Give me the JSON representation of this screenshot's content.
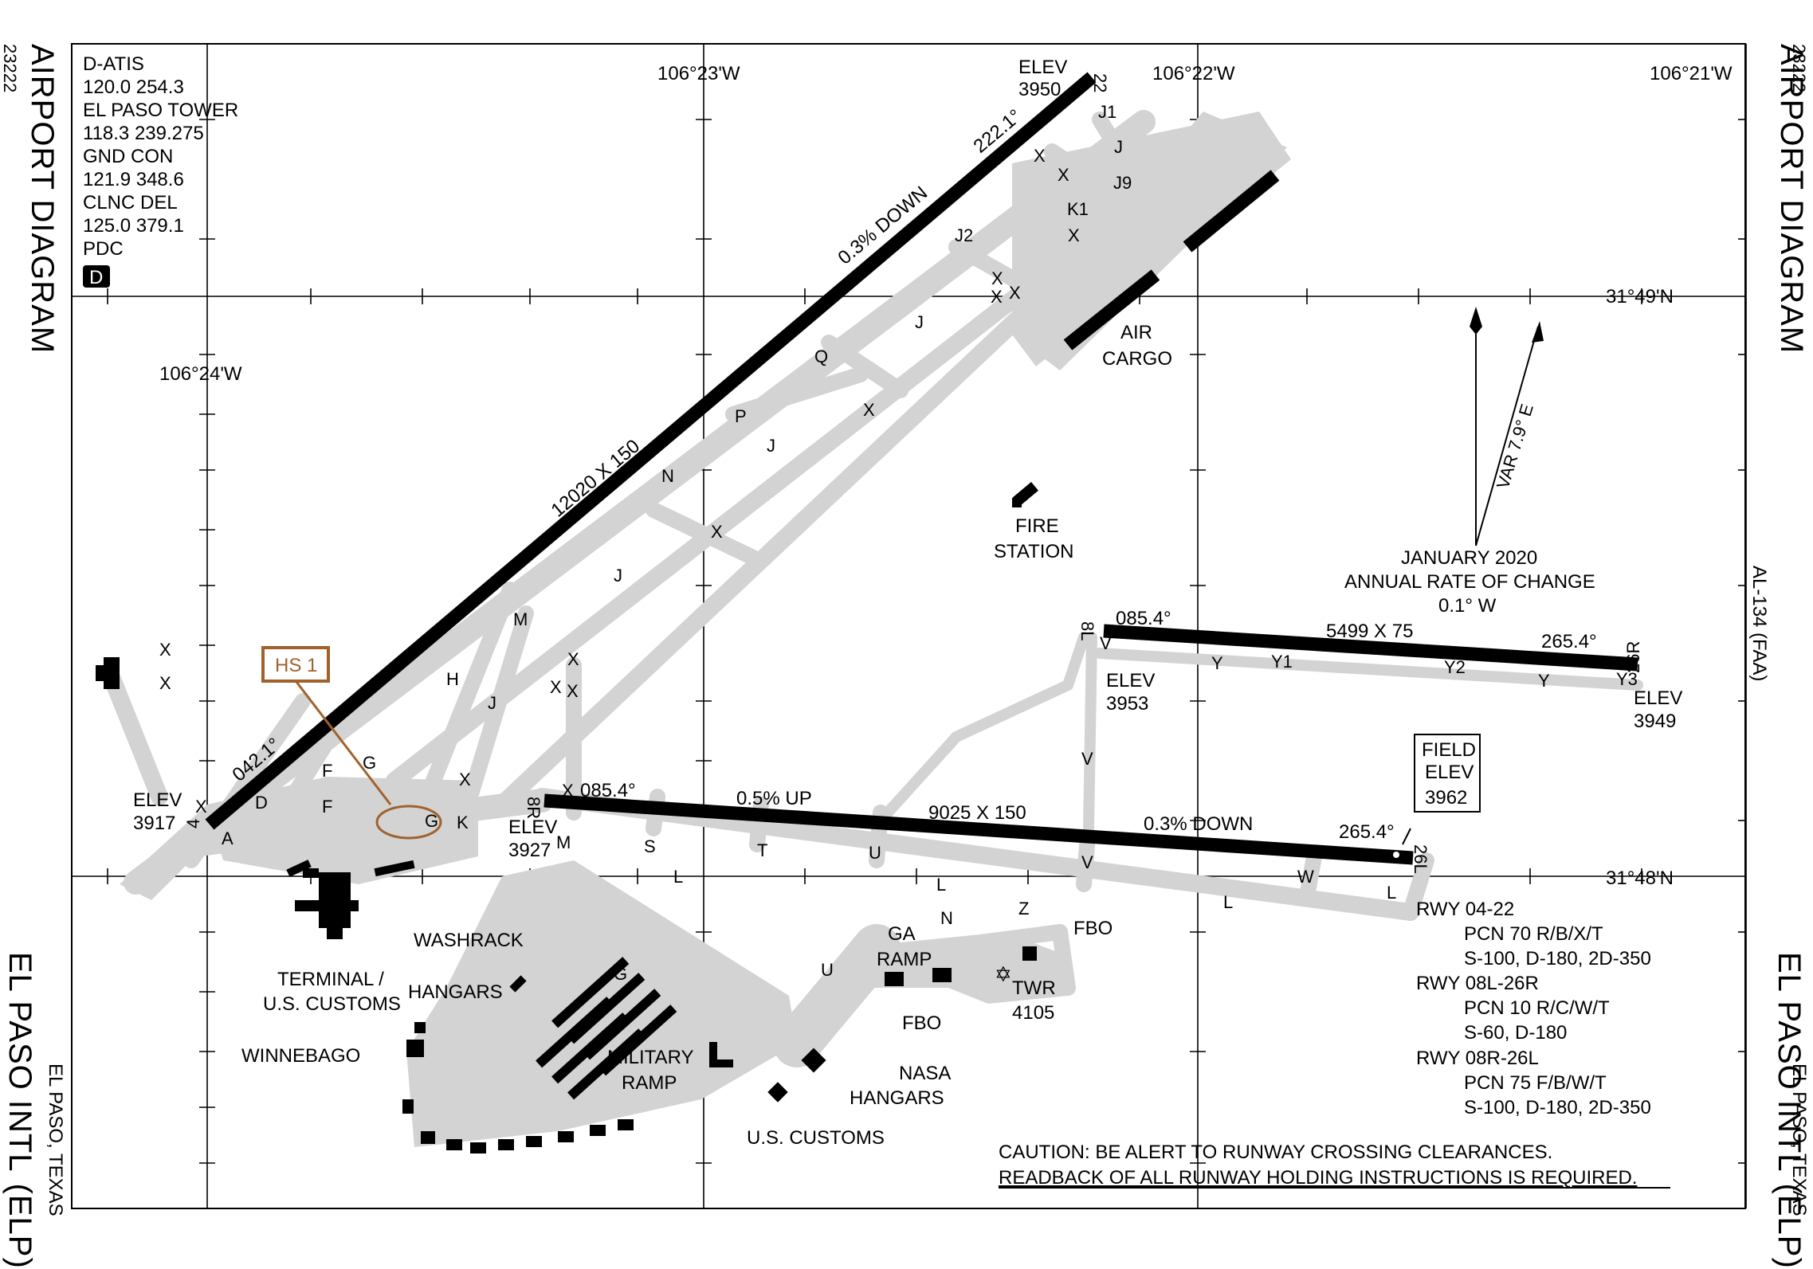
{
  "header": {
    "title": "AIRPORT DIAGRAM",
    "chart_number": "23222",
    "volume": "AL-134 (FAA)",
    "airport_name": "EL PASO INTL",
    "airport_id": "(ELP)",
    "city": "EL PASO, TEXAS"
  },
  "frequencies": {
    "lines": [
      "D-ATIS",
      "120.0  254.3",
      "EL PASO TOWER",
      "118.3  239.275",
      "GND CON",
      "121.9  348.6",
      "CLNC DEL",
      "125.0  379.1",
      "PDC"
    ],
    "datalink_badge": "D"
  },
  "coordinates": {
    "lon_23": "106°23'W",
    "lon_22": "106°22'W",
    "lon_21": "106°21'W",
    "lon_24": "106°24'W",
    "lat_49": "31°49'N",
    "lat_48": "31°48'N"
  },
  "runways": {
    "r0422": {
      "dims": "12020 X 150",
      "slope": "0.3% DOWN",
      "hdg_04": "042.1°",
      "hdg_22": "222.1°",
      "end_04": "4",
      "end_22": "22",
      "elev_04_label": "ELEV",
      "elev_04_value": "3917",
      "elev_22_label": "ELEV",
      "elev_22_value": "3950"
    },
    "r08r26l": {
      "dims": "9025 X 150",
      "slope_up": "0.5% UP",
      "slope_down": "0.3%  DOWN",
      "hdg_08r": "085.4°",
      "hdg_26l": "265.4°",
      "end_08r": "8R",
      "end_26l": "26L",
      "elev_08r_label": "ELEV",
      "elev_08r_value": "3927"
    },
    "r08l26r": {
      "dims": "5499 X 75",
      "hdg_08l": "085.4°",
      "hdg_26r": "265.4°",
      "end_08l": "8L",
      "end_26r": "26R",
      "elev_08l_label": "ELEV",
      "elev_08l_value": "3953",
      "elev_26r_label": "ELEV",
      "elev_26r_value": "3949"
    }
  },
  "field_elev": {
    "line1": "FIELD",
    "line2": "ELEV",
    "value": "3962"
  },
  "hot_spot": "HS 1",
  "facilities": {
    "air_cargo_1": "AIR",
    "air_cargo_2": "CARGO",
    "fire_1": "FIRE",
    "fire_2": "STATION",
    "terminal_1": "TERMINAL /",
    "terminal_2": "U.S. CUSTOMS",
    "washrack": "WASHRACK",
    "hangars": "HANGARS",
    "winnebago": "WINNEBAGO",
    "military_1": "MILITARY",
    "military_2": "RAMP",
    "us_customs": "U.S. CUSTOMS",
    "ga_1": "GA",
    "ga_2": "RAMP",
    "fbo_a": "FBO",
    "fbo_b": "FBO",
    "nasa_1": "NASA",
    "nasa_2": "HANGARS",
    "twr_1": "TWR",
    "twr_2": "4105"
  },
  "magvar": {
    "var": "VAR 7.9° E",
    "line1": "JANUARY 2020",
    "line2": "ANNUAL RATE OF CHANGE",
    "line3": "0.1° W"
  },
  "pcn": [
    "RWY 04-22",
    "PCN 70 R/B/X/T",
    "S-100, D-180, 2D-350",
    "RWY 08L-26R",
    "PCN 10 R/C/W/T",
    "S-60, D-180",
    "RWY 08R-26L",
    "PCN 75 F/B/W/T",
    "S-100, D-180, 2D-350"
  ],
  "caution": {
    "line1": "CAUTION: BE ALERT TO RUNWAY CROSSING CLEARANCES.",
    "line2": "READBACK OF ALL RUNWAY HOLDING INSTRUCTIONS IS REQUIRED."
  },
  "taxiway_labels": {
    "x1": "X",
    "x2": "X",
    "x3": "X",
    "x4": "X",
    "x5": "X",
    "x6": "X",
    "x7": "X",
    "x8": "X",
    "x9": "X",
    "x10": "X",
    "x11": "X",
    "x12": "X",
    "x13": "X",
    "x14": "X",
    "x15": "X",
    "x16": "X",
    "j1": "J1",
    "j": "J",
    "j9": "J9",
    "k1": "K1",
    "j2": "J2",
    "q": "Q",
    "p": "P",
    "ja": "J",
    "jb": "J",
    "jc": "J",
    "jd": "J",
    "n": "N",
    "m": "M",
    "h": "H",
    "g1": "G",
    "g2": "G",
    "g3": "G",
    "f1": "F",
    "f2": "F",
    "d": "D",
    "a": "A",
    "k": "K",
    "m2": "M",
    "s": "S",
    "t": "T",
    "u1": "U",
    "u2": "U",
    "v1": "V",
    "v2": "V",
    "v3": "V",
    "l1": "L",
    "l2": "L",
    "l3": "L",
    "l4": "L",
    "w": "W",
    "n2": "N",
    "z": "Z",
    "y1": "Y",
    "y2": "Y",
    "yy1": "Y1",
    "yy2": "Y2",
    "yy3": "Y3"
  }
}
